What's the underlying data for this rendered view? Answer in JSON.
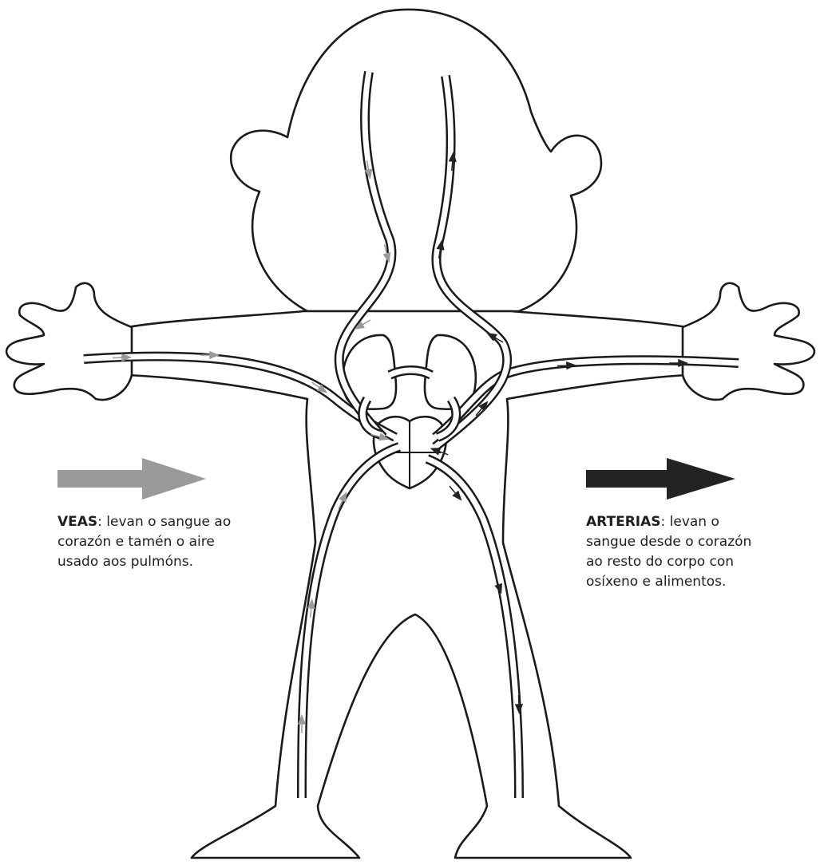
{
  "colors": {
    "vein": "#9a9a9a",
    "artery": "#232323",
    "outline": "#1a1a1a"
  },
  "legend": {
    "veins": {
      "term": "VEAS",
      "line1_rest": ": levan o sangue ao",
      "line2": "corazón e tamén o aire",
      "line3": "usado aos pulmóns."
    },
    "arteries": {
      "term": "ARTERIAS",
      "line1_rest": ": levan o",
      "line2": "sangue desde o corazón",
      "line3": "ao resto do corpo con",
      "line4": "osíxeno e alimentos."
    }
  },
  "icons": {
    "vein_arrow": "right-arrow-icon",
    "artery_arrow": "right-arrow-icon",
    "flow_arrow": "small-arrowhead-icon"
  }
}
